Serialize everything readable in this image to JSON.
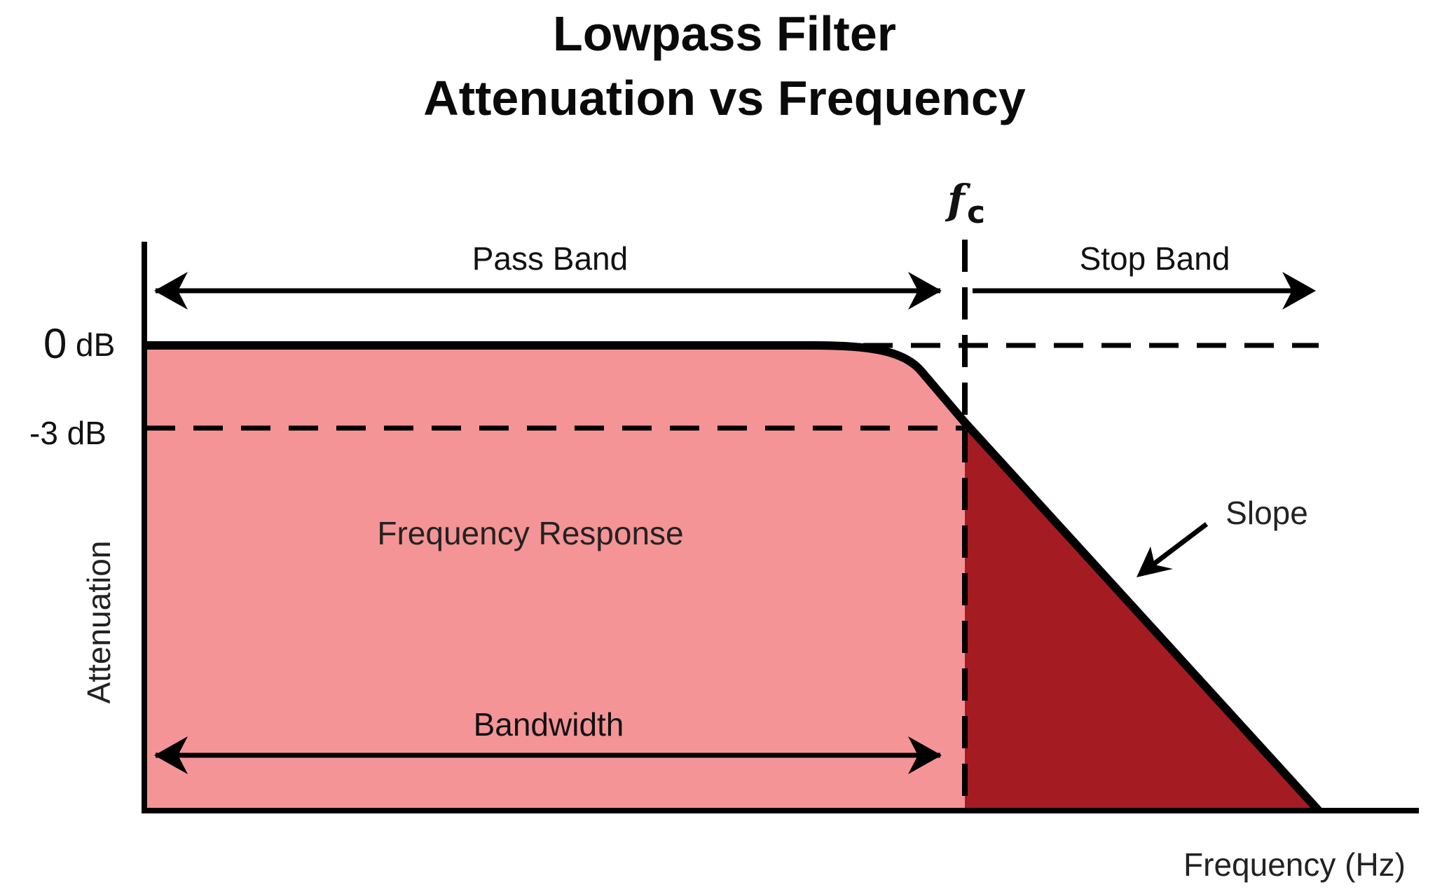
{
  "title": {
    "line1": "Lowpass Filter",
    "line2": "Attenuation vs Frequency"
  },
  "y_axis": {
    "label": "Attenuation",
    "tick_0_value": "0",
    "tick_0_unit": "dB",
    "tick_minus3": "-3 dB"
  },
  "x_axis": {
    "label": "Frequency (Hz)"
  },
  "cutoff": {
    "symbol": "f",
    "subscript": "c"
  },
  "regions": {
    "pass_band": "Pass Band",
    "stop_band": "Stop Band",
    "frequency_response": "Frequency Response",
    "bandwidth": "Bandwidth",
    "slope": "Slope"
  },
  "colors": {
    "pass_fill": "#f49496",
    "slope_fill": "#a41c22",
    "ink": "#000000"
  }
}
